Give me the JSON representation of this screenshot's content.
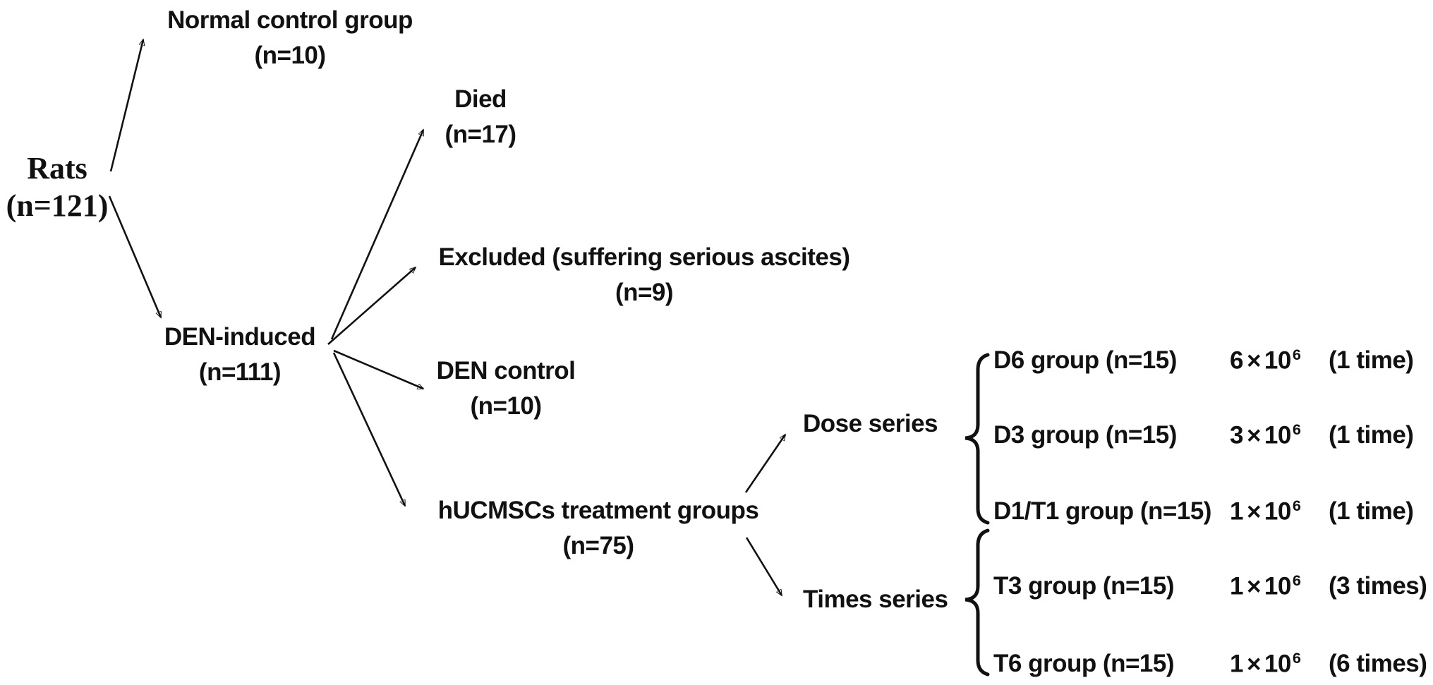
{
  "figure": {
    "root": {
      "label": "Rats",
      "count": "(n=121)"
    },
    "normal_control": {
      "label": "Normal control group",
      "count": "(n=10)"
    },
    "died": {
      "label": "Died",
      "count": "(n=17)"
    },
    "excluded": {
      "label": "Excluded (suffering serious ascites)",
      "count": "(n=9)"
    },
    "den_induced": {
      "label": "DEN-induced",
      "count": "(n=111)"
    },
    "den_control": {
      "label": "DEN control",
      "count": "(n=10)"
    },
    "hucmscs": {
      "label": "hUCMSCs treatment groups",
      "count": "(n=75)"
    },
    "dose_series": {
      "label": "Dose series"
    },
    "times_series": {
      "label": "Times series"
    },
    "dose_notation": {
      "mult_sign": "×",
      "base": "10"
    },
    "groups": [
      {
        "name": "D6 group (n=15)",
        "dose_mantissa": "6",
        "dose_exponent": "6",
        "times": "(1 time)"
      },
      {
        "name": "D3 group (n=15)",
        "dose_mantissa": "3",
        "dose_exponent": "6",
        "times": "(1 time)"
      },
      {
        "name": "D1/T1 group (n=15)",
        "dose_mantissa": "1",
        "dose_exponent": "6",
        "times": "(1 time)"
      },
      {
        "name": "T3 group (n=15)",
        "dose_mantissa": "1",
        "dose_exponent": "6",
        "times": "(3 times)"
      },
      {
        "name": "T6 group (n=15)",
        "dose_mantissa": "1",
        "dose_exponent": "6",
        "times": "(6 times)"
      }
    ]
  },
  "colors": {
    "text": "#111111",
    "line": "#111111",
    "background": "#ffffff"
  }
}
